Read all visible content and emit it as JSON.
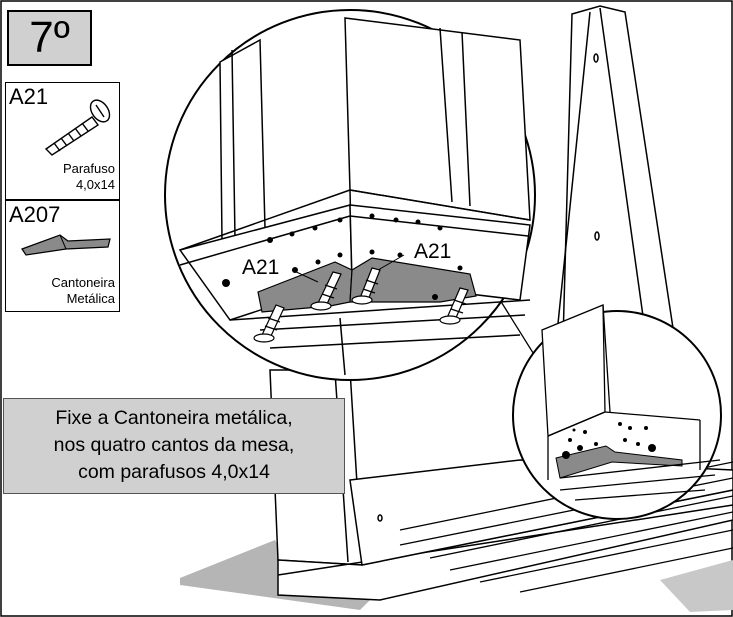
{
  "step": {
    "label": "7º"
  },
  "parts": [
    {
      "code": "A21",
      "name": "Parafuso",
      "size": "4,0x14",
      "icon": "screw-icon"
    },
    {
      "code": "A207",
      "name": "Cantoneira",
      "size": "Metálica",
      "icon": "corner-bracket-icon"
    }
  ],
  "instruction": {
    "lines": [
      "Fixe a Cantoneira metálica,",
      "nos quatro cantos da mesa,",
      "com parafusos 4,0x14"
    ]
  },
  "callouts": {
    "left": "A21",
    "right": "A21"
  },
  "colors": {
    "panel_gray": "#d0d0d0",
    "metal_gray": "#8a8a8a",
    "shadow_gray": "#b5b5b5",
    "line": "#000000"
  }
}
